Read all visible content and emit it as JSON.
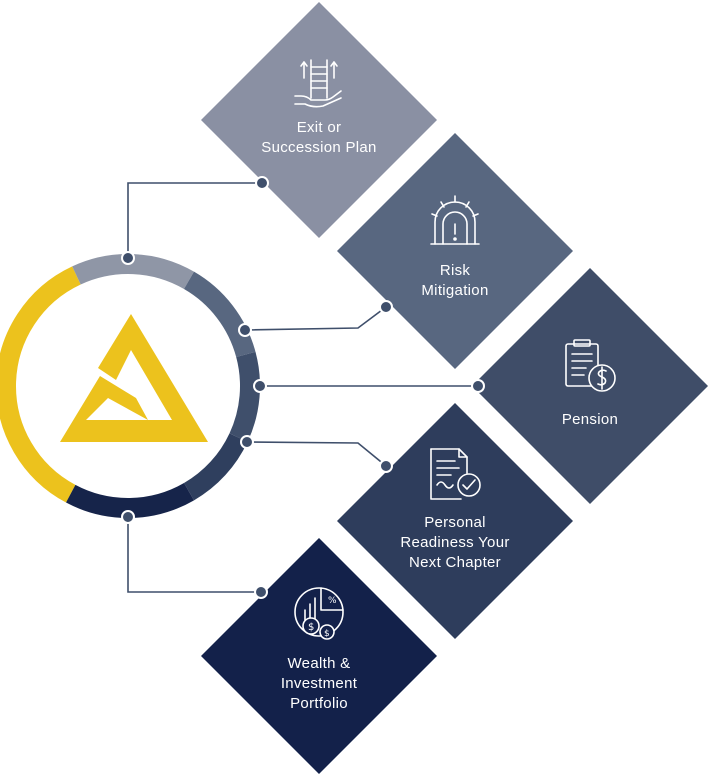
{
  "colors": {
    "gold": "#ecc21d",
    "ring_grey": "#8f96a6",
    "ring_slate": "#586780",
    "ring_steel": "#3f4f6b",
    "ring_navy": "#2f3f5e",
    "ring_deep": "#16244a",
    "connector": "#3f4f6b"
  },
  "logo": {
    "name": "triangle-logo",
    "color": "#ecc21d"
  },
  "items": [
    {
      "id": "exit",
      "lines": [
        "Exit or",
        "Succession Plan"
      ],
      "icon": "ladder-hand-icon",
      "color": "#8a90a3"
    },
    {
      "id": "risk",
      "lines": [
        "Risk",
        "Mitigation"
      ],
      "icon": "gear-warning-icon",
      "color": "#586780"
    },
    {
      "id": "pension",
      "lines": [
        "Pension"
      ],
      "icon": "document-dollar-icon",
      "color": "#3f4d68"
    },
    {
      "id": "personal",
      "lines": [
        "Personal",
        "Readiness Your",
        "Next Chapter"
      ],
      "icon": "document-check-icon",
      "color": "#2e3d5c"
    },
    {
      "id": "wealth",
      "lines": [
        "Wealth &",
        "Investment",
        "Portfolio"
      ],
      "icon": "pie-chart-coins-icon",
      "color": "#13214a"
    }
  ]
}
